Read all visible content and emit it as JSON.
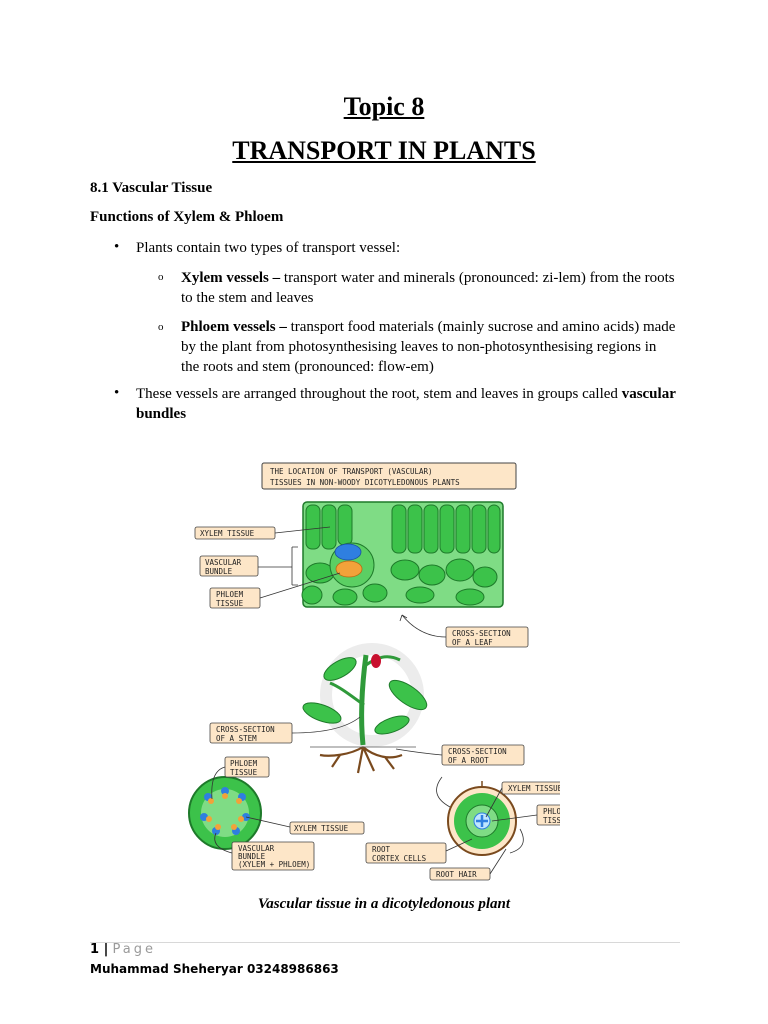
{
  "heading": {
    "topic": "Topic 8",
    "title": "TRANSPORT IN PLANTS"
  },
  "section": {
    "number_title": "8.1 Vascular Tissue",
    "subtitle": "Functions of Xylem & Phloem"
  },
  "bullets": {
    "b1": "Plants contain two types of transport vessel:",
    "xylem_term": "Xylem vessels –",
    "xylem_l1": " transport water and minerals (pronounced: zi-lem) from the roots",
    "xylem_l2": "to the stem and leaves",
    "phloem_term": "Phloem vessels –",
    "phloem_l1": " transport food materials (mainly sucrose and amino acids) made",
    "phloem_l2": "by the plant from photosynthesising leaves to non-photosynthesising regions in",
    "phloem_l3": "the roots and stem (pronounced: flow-em)",
    "b2_l1": "These vessels are arranged throughout the root, stem and leaves in groups called ",
    "b2_term1": "vascular",
    "b2_term2": "bundles"
  },
  "markers": {
    "bullet": "•",
    "sub": "o"
  },
  "diagram": {
    "title_l1": "THE LOCATION OF TRANSPORT (VASCULAR)",
    "title_l2": "TISSUES IN NON-WOODY DICOTYLEDONOUS PLANTS",
    "xylem_tissue_leaf": "XYLEM TISSUE",
    "vascular_bundle_l1": "VASCULAR",
    "vascular_bundle_l2": "BUNDLE",
    "phloem_tissue_leaf_l1": "PHLOEM",
    "phloem_tissue_leaf_l2": "TISSUE",
    "leaf_cs_l1": "CROSS-SECTION",
    "leaf_cs_l2": "OF A LEAF",
    "stem_cs_l1": "CROSS-SECTION",
    "stem_cs_l2": "OF A STEM",
    "root_cs_l1": "CROSS-SECTION",
    "root_cs_l2": "OF A ROOT",
    "phloem_stem_l1": "PHLOEM",
    "phloem_stem_l2": "TISSUE",
    "xylem_stem": "XYLEM TISSUE",
    "vb_stem_l1": "VASCULAR",
    "vb_stem_l2": "BUNDLE",
    "vb_stem_l3": "(XYLEM + PHLOEM)",
    "xylem_root": "XYLEM TISSUE",
    "phloem_root_l1": "PHLOEM",
    "phloem_root_l2": "TISSUE",
    "cortex_l1": "ROOT",
    "cortex_l2": "CORTEX CELLS",
    "root_hair": "ROOT HAIR",
    "colors": {
      "leaf_green": "#3cc24a",
      "xylem_blue": "#2f7fe0",
      "phloem_orange": "#f2a23a",
      "label_fill": "#fde6c8"
    }
  },
  "caption": "Vascular tissue in a dicotyledonous plant",
  "footer": {
    "page_number": "1 |",
    "page_word": "Page",
    "author": "Muhammad Sheheryar 03248986863"
  }
}
